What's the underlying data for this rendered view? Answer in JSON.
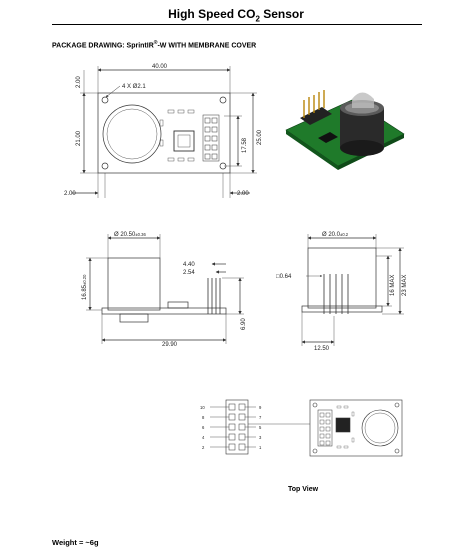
{
  "title": {
    "main": "High Speed CO",
    "subscript": "2",
    "suffix": " Sensor"
  },
  "subheading": {
    "prefix": "PACKAGE DRAWING: SprintIR",
    "mark": "®",
    "suffix": "-W WITH MEMBRANE COVER"
  },
  "top_drawing": {
    "width_dim": "40.00",
    "hole_note": "4 X Ø2.1",
    "left_top_dim": "2.00",
    "height_dim": "21.00",
    "right_inner_dim": "17.58",
    "right_outer_dim": "25.00",
    "bottom_left_dim": "2.00",
    "bottom_right_dim": "2.00"
  },
  "side_view_left": {
    "diameter_dim": "Ø 20.50",
    "diameter_tol": "±0.36",
    "height_dim": "16.85",
    "height_tol": "±0.20",
    "pin_dim_1": "4.40",
    "pin_dim_2": "2.54",
    "pin_length_dim": "6.90",
    "width_dim": "29.90"
  },
  "side_view_right": {
    "diameter_dim": "Ø 20.0",
    "diameter_tol": "±0.2",
    "pin_square_dim": "□0.64",
    "inner_height_dim": "16 MAX",
    "outer_height_dim": "23 MAX",
    "bottom_dim": "12.50"
  },
  "pinout": {
    "left_numbers": [
      "10",
      "8",
      "6",
      "4",
      "2"
    ],
    "right_numbers": [
      "9",
      "7",
      "5",
      "3",
      "1"
    ]
  },
  "top_view_caption": "Top View",
  "weight": "Weight = ~6g"
}
